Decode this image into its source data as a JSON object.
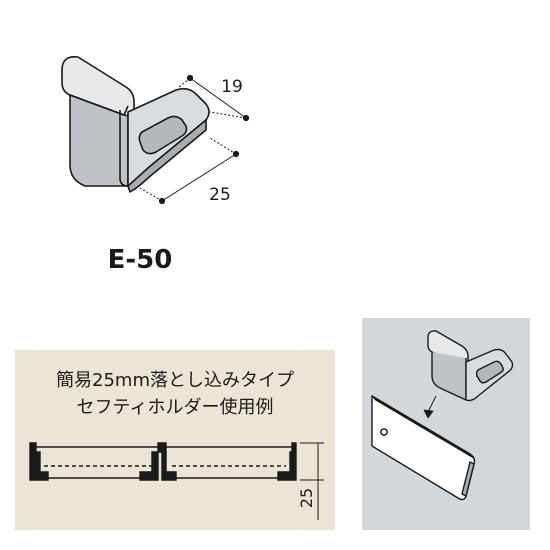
{
  "product": {
    "model": "E-50",
    "dimensions": {
      "depth": "19",
      "width": "25"
    }
  },
  "usage_example": {
    "title_line1": "簡易25mm落とし込みタイプ",
    "title_line2": "セフティホルダー使用例",
    "height_label": "25"
  },
  "colors": {
    "line": "#1a1a1a",
    "panel_beige": "#ece5d6",
    "panel_gray": "#d2d7dc",
    "part_fill": "#c8cbce",
    "part_face": "#e6e8ea"
  }
}
